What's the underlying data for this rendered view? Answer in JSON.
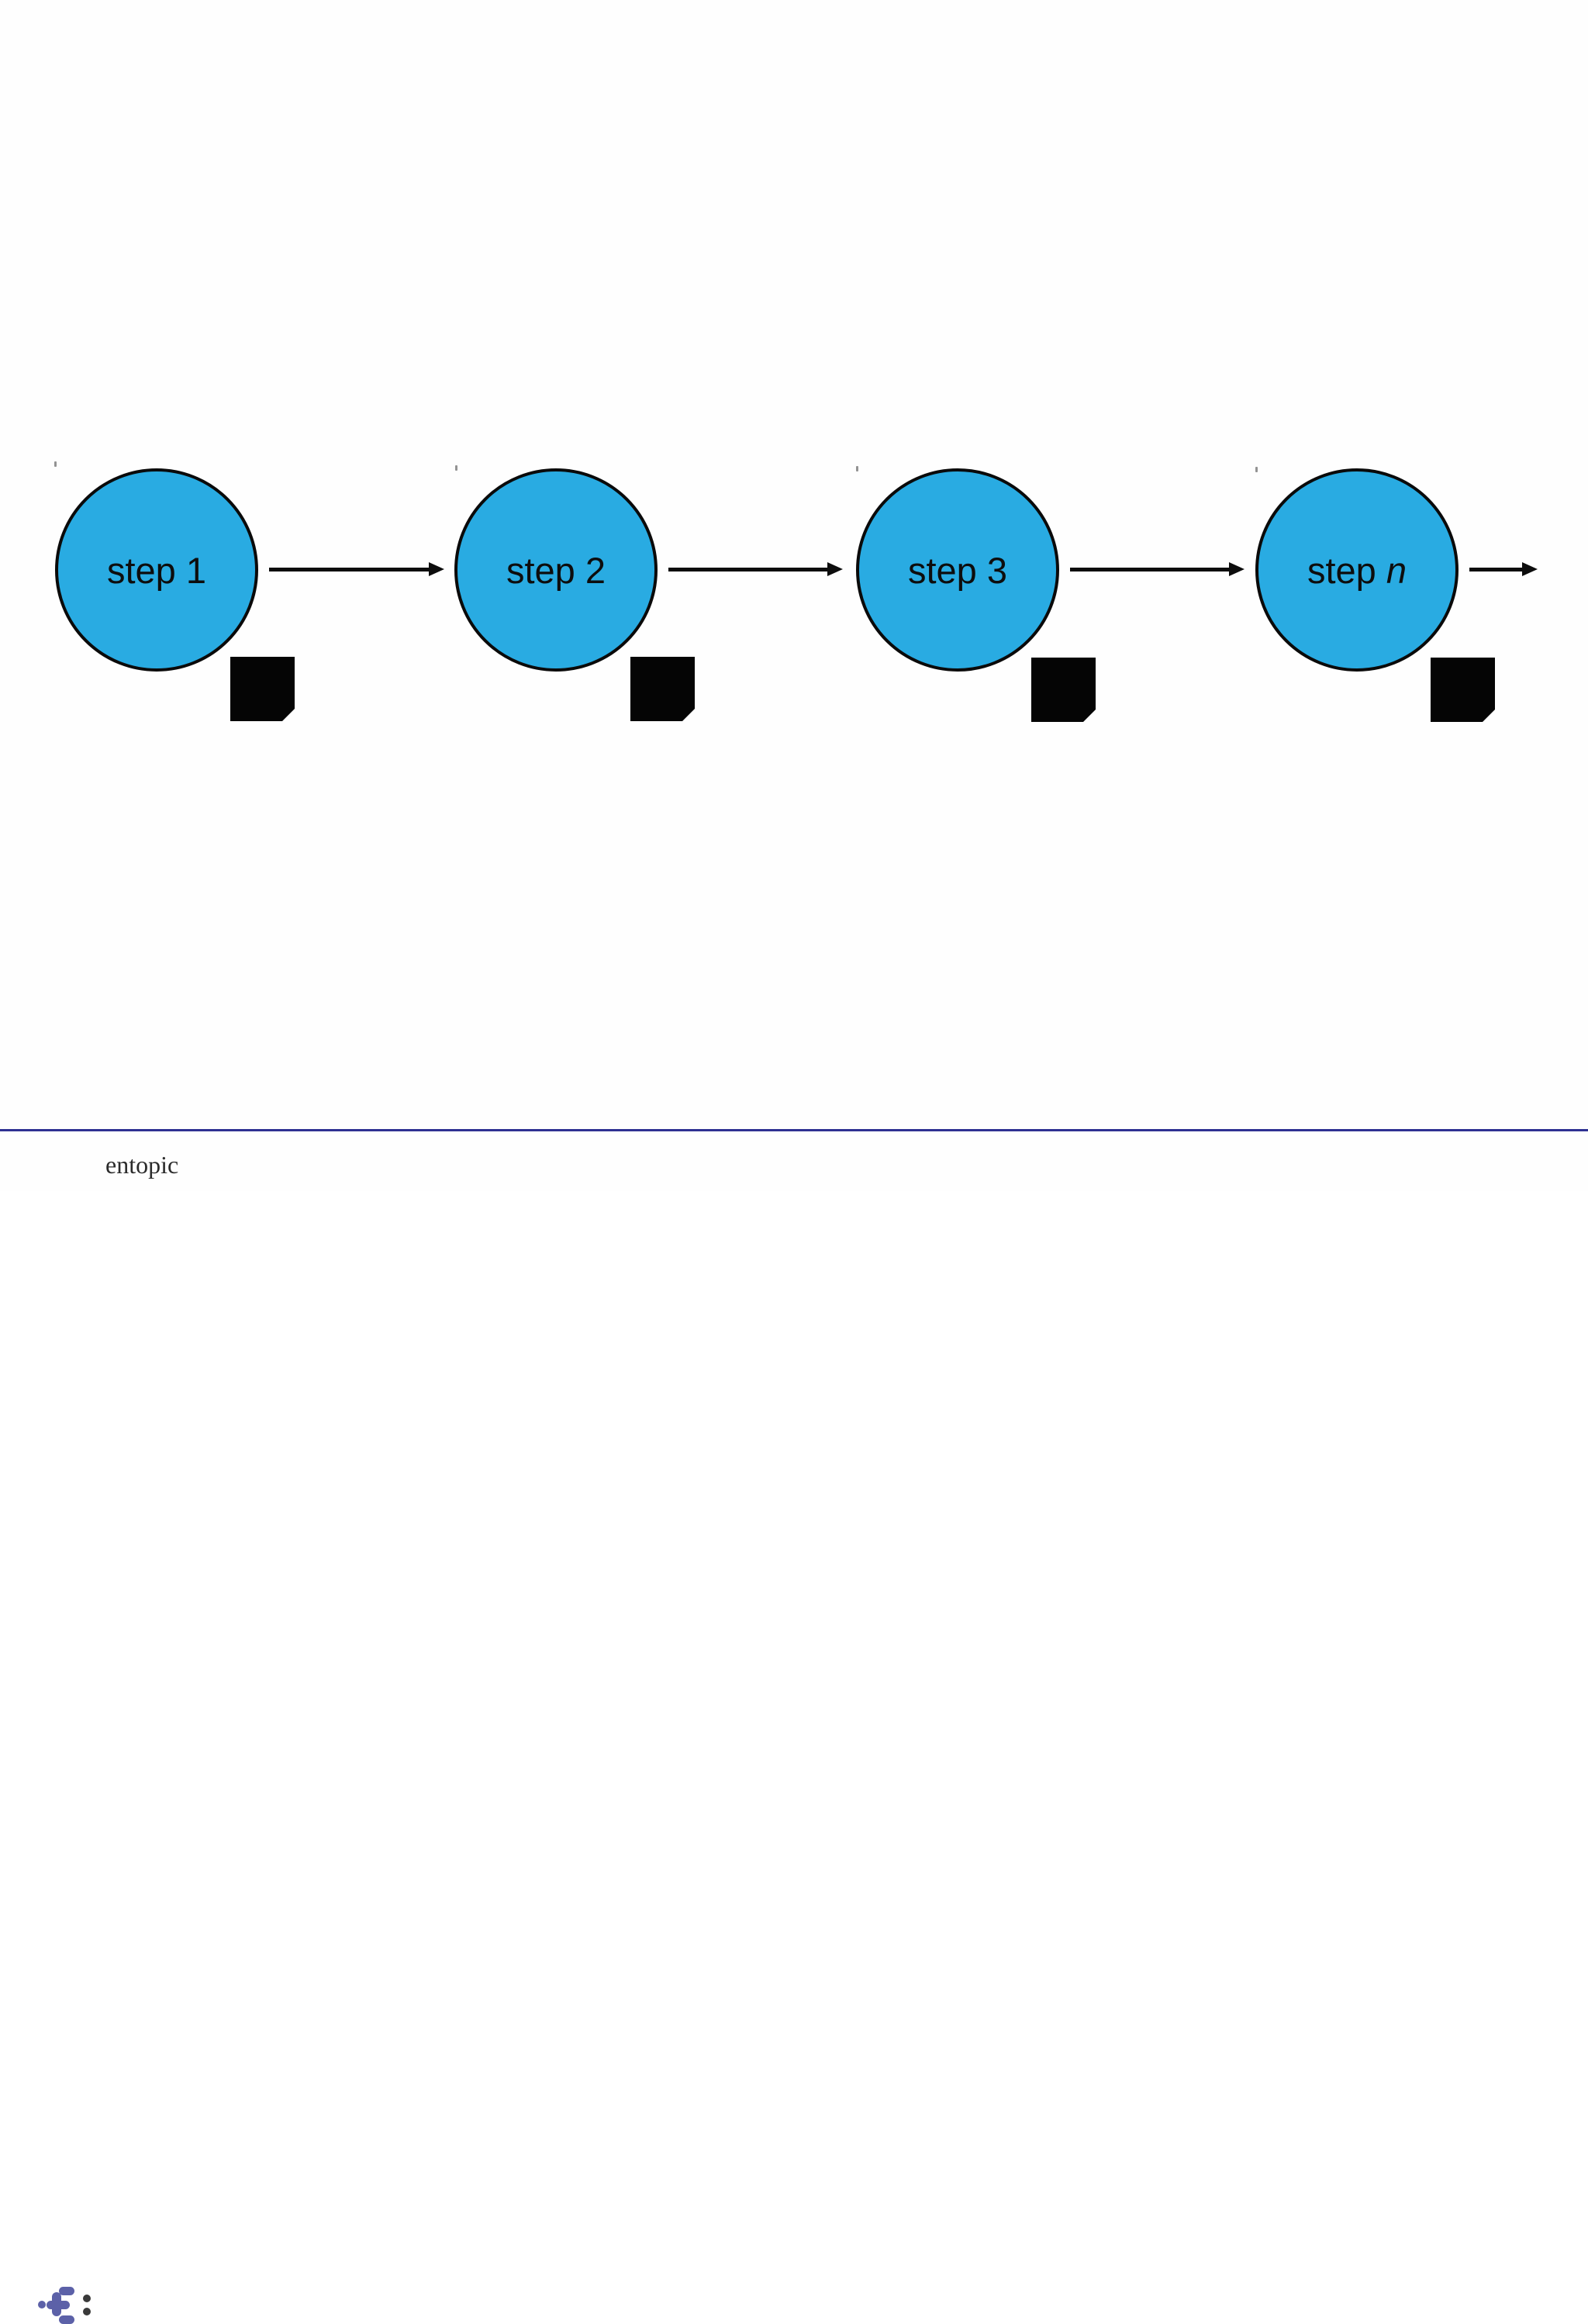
{
  "slide": {
    "steps": [
      {
        "prefix": "step ",
        "suffix": "1"
      },
      {
        "prefix": "step ",
        "suffix": "2"
      },
      {
        "prefix": "step ",
        "suffix": "3"
      },
      {
        "prefix": "step ",
        "suffix": "n"
      }
    ],
    "colors": {
      "circle_fill": "#29ABE2",
      "circle_stroke": "#0a0a0a",
      "arrow": "#0d0d0d",
      "square": "#050505",
      "footer_line": "#2E3192",
      "logo_purple": "#5C61A8",
      "logo_dark": "#3A3A3A"
    }
  },
  "footer": {
    "brand": "entopic"
  }
}
